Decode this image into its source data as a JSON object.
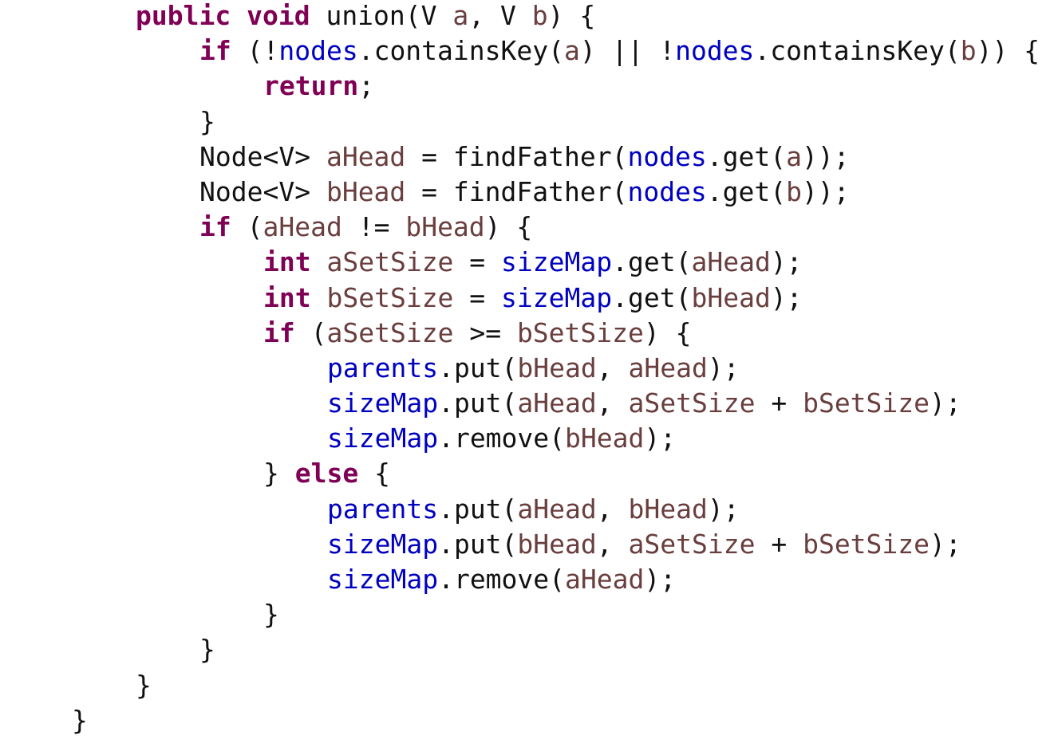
{
  "colors": {
    "keyword": "#7f0055",
    "field": "#0000c0",
    "variable": "#6a3e3e",
    "plain": "#111111"
  },
  "code_lines": [
    {
      "indent": 1,
      "tokens": [
        [
          "public",
          "k"
        ],
        [
          " ",
          "p"
        ],
        [
          "void",
          "k"
        ],
        [
          " union(V ",
          "p"
        ],
        [
          "a",
          "v"
        ],
        [
          ", V ",
          "p"
        ],
        [
          "b",
          "v"
        ],
        [
          ") {",
          "p"
        ]
      ]
    },
    {
      "indent": 2,
      "tokens": [
        [
          "if",
          "k"
        ],
        [
          " (!",
          "p"
        ],
        [
          "nodes",
          "f"
        ],
        [
          ".containsKey(",
          "p"
        ],
        [
          "a",
          "v"
        ],
        [
          ") || !",
          "p"
        ],
        [
          "nodes",
          "f"
        ],
        [
          ".containsKey(",
          "p"
        ],
        [
          "b",
          "v"
        ],
        [
          ")) {",
          "p"
        ]
      ]
    },
    {
      "indent": 3,
      "tokens": [
        [
          "return",
          "k"
        ],
        [
          ";",
          "p"
        ]
      ]
    },
    {
      "indent": 2,
      "tokens": [
        [
          "}",
          "p"
        ]
      ]
    },
    {
      "indent": 2,
      "tokens": [
        [
          "Node<V> ",
          "p"
        ],
        [
          "aHead",
          "v"
        ],
        [
          " = findFather(",
          "p"
        ],
        [
          "nodes",
          "f"
        ],
        [
          ".get(",
          "p"
        ],
        [
          "a",
          "v"
        ],
        [
          "));",
          "p"
        ]
      ]
    },
    {
      "indent": 2,
      "tokens": [
        [
          "Node<V> ",
          "p"
        ],
        [
          "bHead",
          "v"
        ],
        [
          " = findFather(",
          "p"
        ],
        [
          "nodes",
          "f"
        ],
        [
          ".get(",
          "p"
        ],
        [
          "b",
          "v"
        ],
        [
          "));",
          "p"
        ]
      ]
    },
    {
      "indent": 2,
      "tokens": [
        [
          "if",
          "k"
        ],
        [
          " (",
          "p"
        ],
        [
          "aHead",
          "v"
        ],
        [
          " != ",
          "p"
        ],
        [
          "bHead",
          "v"
        ],
        [
          ") {",
          "p"
        ]
      ]
    },
    {
      "indent": 3,
      "tokens": [
        [
          "int",
          "k"
        ],
        [
          " ",
          "p"
        ],
        [
          "aSetSize",
          "v"
        ],
        [
          " = ",
          "p"
        ],
        [
          "sizeMap",
          "f"
        ],
        [
          ".get(",
          "p"
        ],
        [
          "aHead",
          "v"
        ],
        [
          ");",
          "p"
        ]
      ]
    },
    {
      "indent": 3,
      "tokens": [
        [
          "int",
          "k"
        ],
        [
          " ",
          "p"
        ],
        [
          "bSetSize",
          "v"
        ],
        [
          " = ",
          "p"
        ],
        [
          "sizeMap",
          "f"
        ],
        [
          ".get(",
          "p"
        ],
        [
          "bHead",
          "v"
        ],
        [
          ");",
          "p"
        ]
      ]
    },
    {
      "indent": 3,
      "tokens": [
        [
          "if",
          "k"
        ],
        [
          " (",
          "p"
        ],
        [
          "aSetSize",
          "v"
        ],
        [
          " >= ",
          "p"
        ],
        [
          "bSetSize",
          "v"
        ],
        [
          ") {",
          "p"
        ]
      ]
    },
    {
      "indent": 4,
      "tokens": [
        [
          "parents",
          "f"
        ],
        [
          ".put(",
          "p"
        ],
        [
          "bHead",
          "v"
        ],
        [
          ", ",
          "p"
        ],
        [
          "aHead",
          "v"
        ],
        [
          ");",
          "p"
        ]
      ]
    },
    {
      "indent": 4,
      "tokens": [
        [
          "sizeMap",
          "f"
        ],
        [
          ".put(",
          "p"
        ],
        [
          "aHead",
          "v"
        ],
        [
          ", ",
          "p"
        ],
        [
          "aSetSize",
          "v"
        ],
        [
          " + ",
          "p"
        ],
        [
          "bSetSize",
          "v"
        ],
        [
          ");",
          "p"
        ]
      ]
    },
    {
      "indent": 4,
      "tokens": [
        [
          "sizeMap",
          "f"
        ],
        [
          ".remove(",
          "p"
        ],
        [
          "bHead",
          "v"
        ],
        [
          ");",
          "p"
        ]
      ]
    },
    {
      "indent": 3,
      "tokens": [
        [
          "} ",
          "p"
        ],
        [
          "else",
          "k"
        ],
        [
          " {",
          "p"
        ]
      ]
    },
    {
      "indent": 4,
      "tokens": [
        [
          "parents",
          "f"
        ],
        [
          ".put(",
          "p"
        ],
        [
          "aHead",
          "v"
        ],
        [
          ", ",
          "p"
        ],
        [
          "bHead",
          "v"
        ],
        [
          ");",
          "p"
        ]
      ]
    },
    {
      "indent": 4,
      "tokens": [
        [
          "sizeMap",
          "f"
        ],
        [
          ".put(",
          "p"
        ],
        [
          "bHead",
          "v"
        ],
        [
          ", ",
          "p"
        ],
        [
          "aSetSize",
          "v"
        ],
        [
          " + ",
          "p"
        ],
        [
          "bSetSize",
          "v"
        ],
        [
          ");",
          "p"
        ]
      ]
    },
    {
      "indent": 4,
      "tokens": [
        [
          "sizeMap",
          "f"
        ],
        [
          ".remove(",
          "p"
        ],
        [
          "aHead",
          "v"
        ],
        [
          ");",
          "p"
        ]
      ]
    },
    {
      "indent": 3,
      "tokens": [
        [
          "}",
          "p"
        ]
      ]
    },
    {
      "indent": 2,
      "tokens": [
        [
          "}",
          "p"
        ]
      ]
    },
    {
      "indent": 1,
      "tokens": [
        [
          "}",
          "p"
        ]
      ]
    },
    {
      "indent": 0,
      "tokens": [
        [
          "}",
          "p"
        ]
      ]
    }
  ]
}
